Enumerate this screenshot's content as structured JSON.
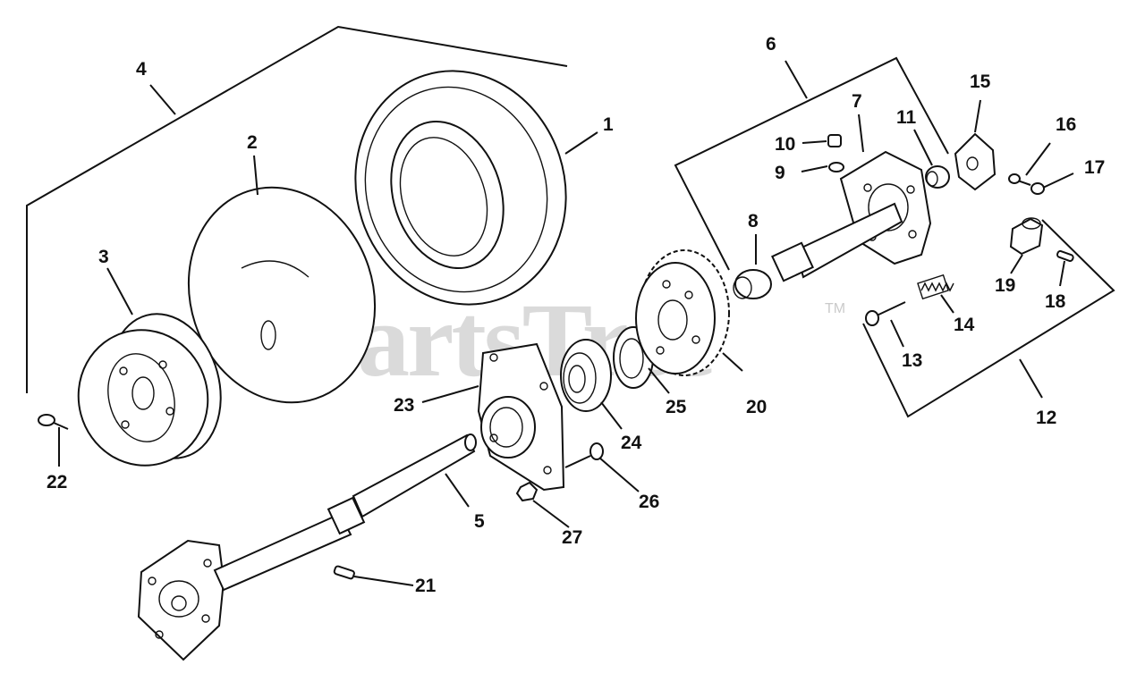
{
  "watermark": {
    "text": "PartsTree",
    "trademark": "TM"
  },
  "callouts": {
    "c1": "1",
    "c2": "2",
    "c3": "3",
    "c4": "4",
    "c5": "5",
    "c6": "6",
    "c7": "7",
    "c8": "8",
    "c9": "9",
    "c10": "10",
    "c11": "11",
    "c12": "12",
    "c13": "13",
    "c14": "14",
    "c15": "15",
    "c16": "16",
    "c17": "17",
    "c18": "18",
    "c19": "19",
    "c20": "20",
    "c21": "21",
    "c22": "22",
    "c23": "23",
    "c24": "24",
    "c25": "25",
    "c26": "26",
    "c27": "27"
  }
}
